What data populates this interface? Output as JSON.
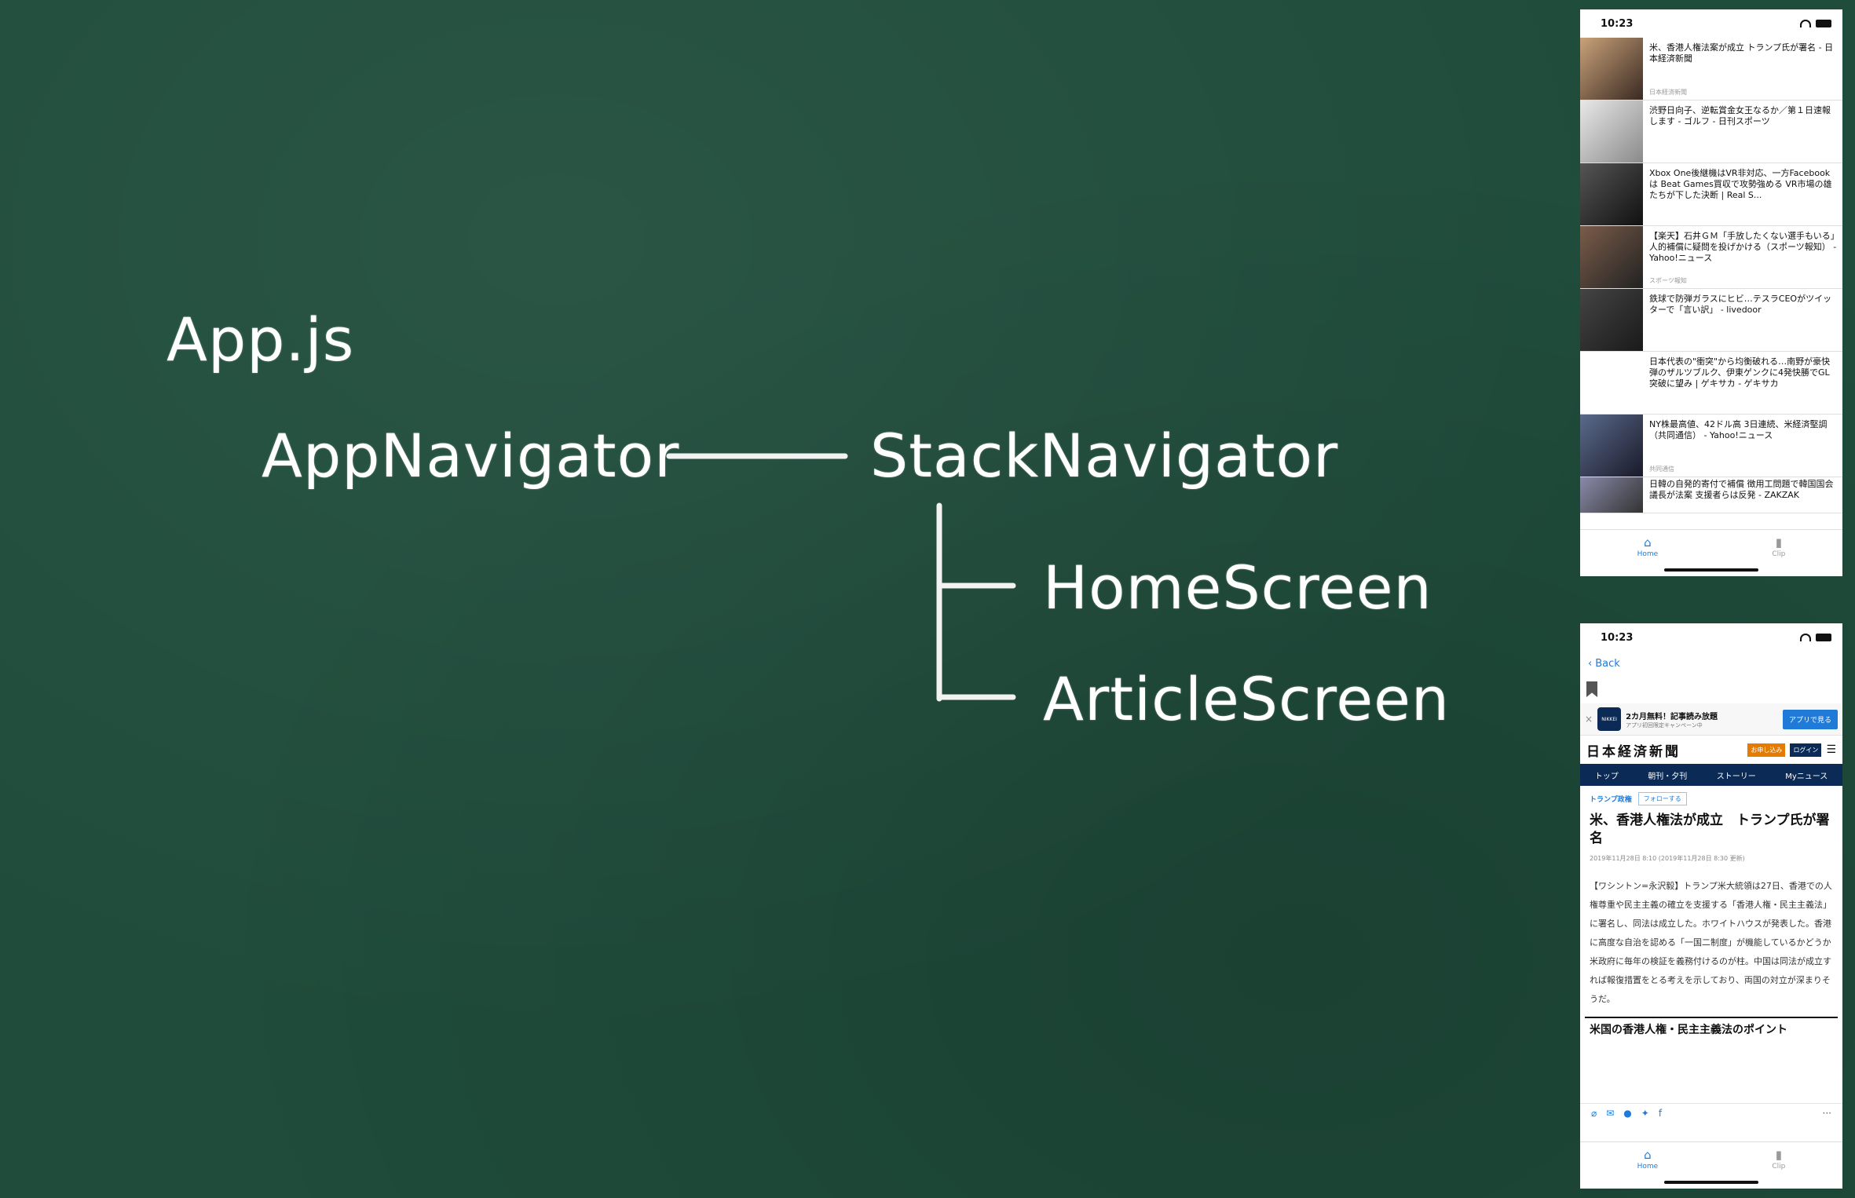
{
  "diagram": {
    "app_label": "App.js",
    "app_navigator_label": "AppNavigator",
    "stack_navigator_label": "StackNavigator",
    "home_screen_label": "HomeScreen",
    "article_screen_label": "ArticleScreen"
  },
  "home_phone": {
    "time": "10:23",
    "articles": [
      {
        "title": "米、香港人権法案が成立 トランプ氏が署名 - 日本経済新聞",
        "source": "日本経済新聞"
      },
      {
        "title": "渋野日向子、逆転賞金女王なるか／第１日速報します - ゴルフ - 日刊スポーツ",
        "source": ""
      },
      {
        "title": "Xbox One後継機はVR非対応、一方Facebookは Beat Games買収で攻勢強める VR市場の雄たちが下した決断 | Real S...",
        "source": ""
      },
      {
        "title": "【楽天】石井ＧＭ「手放したくない選手もいる」人的補償に疑問を投げかける（スポーツ報知） - Yahoo!ニュース",
        "source": "スポーツ報知"
      },
      {
        "title": "鉄球で防弾ガラスにヒビ…テスラCEOがツイッターで「言い訳」 - livedoor",
        "source": ""
      },
      {
        "title": "日本代表の\"衝突\"から均衡破れる…南野が豪快弾のザルツブルク、伊東ゲンクに4発快勝でGL突破に望み | ゲキサカ - ゲキサカ",
        "source": ""
      },
      {
        "title": "NY株最高値、42ドル高 3日連続、米経済堅調（共同通信） - Yahoo!ニュース",
        "source": "共同通信"
      },
      {
        "title": "日韓の自発的寄付で補償 徴用工問題で韓国国会議長が法案 支援者らは反発 - ZAKZAK",
        "source": ""
      }
    ],
    "tabs": [
      {
        "label": "Home",
        "icon": "home-icon"
      },
      {
        "label": "Clip",
        "icon": "bookmark-icon"
      }
    ]
  },
  "article_phone": {
    "time": "10:23",
    "back_label": "Back",
    "promo": {
      "close": "×",
      "logo": "NIKKEI",
      "line1": "2カ月無料！記事読み放題",
      "line2": "アプリ初回限定キャンペーン中",
      "button": "アプリで見る"
    },
    "masthead": {
      "logo": "日本経済新聞",
      "subscribe": "お申し込み",
      "login": "ログイン",
      "menu": "☰"
    },
    "nav": [
      "トップ",
      "朝刊・夕刊",
      "ストーリー",
      "Myニュース"
    ],
    "tag": "トランプ政権",
    "follow": "フォローする",
    "headline": "米、香港人権法が成立　トランプ氏が署名",
    "dateline": "2019年11月28日 8:10 (2019年11月28日 8:30 更新)",
    "body": "【ワシントン=永沢毅】トランプ米大統領は27日、香港での人権尊重や民主主義の確立を支援する「香港人権・民主主義法」に署名し、同法は成立した。ホワイトハウスが発表した。香港に高度な自治を認める「一国二制度」が機能しているかどうか米政府に毎年の検証を義務付けるのが柱。中国は同法が成立すれば報復措置をとる考えを示しており、両国の対立が深まりそうだ。",
    "section_title": "米国の香港人権・民主主義法のポイント",
    "share_icons": [
      "paperclip-icon",
      "mail-icon",
      "chat-icon",
      "twitter-icon",
      "facebook-icon",
      "more-icon"
    ],
    "tabs": [
      {
        "label": "Home",
        "icon": "home-icon"
      },
      {
        "label": "Clip",
        "icon": "bookmark-icon"
      }
    ]
  }
}
